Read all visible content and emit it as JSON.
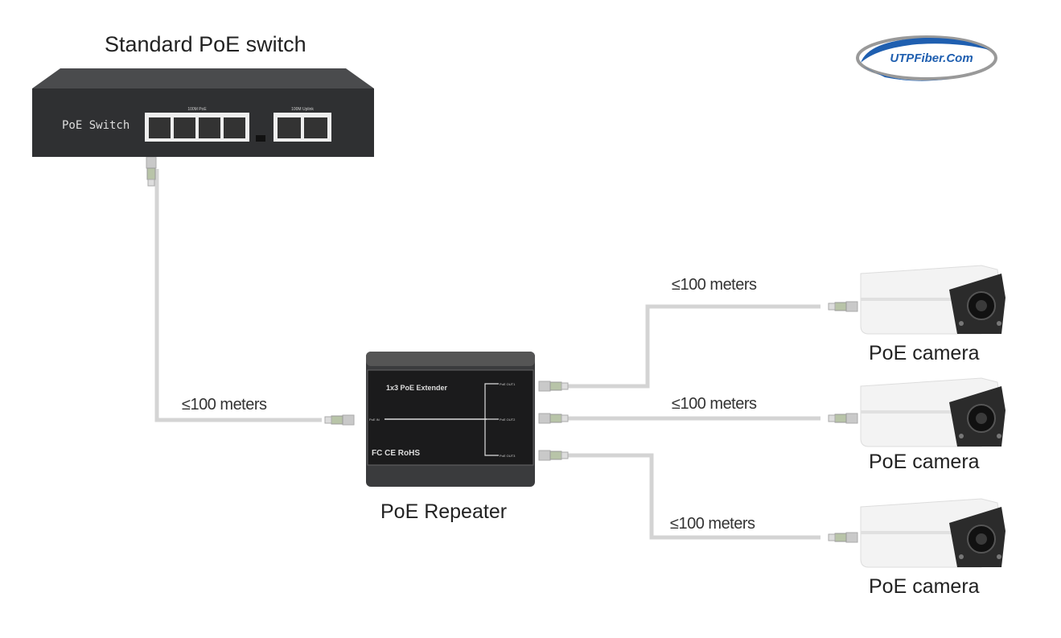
{
  "logo": {
    "text": "UTPFiber.Com",
    "color": "#1f5fb0"
  },
  "switch": {
    "title": "Standard PoE switch",
    "panel_label": "PoE Switch",
    "poe_group_label": "100M PoE",
    "uplink_group_label": "100M Uplink"
  },
  "repeater": {
    "label": "PoE Repeater",
    "panel_title": "1x3 PoE Extender",
    "cert_marks": "FC CE RoHS",
    "port_in": "PoE IN",
    "ports_out": [
      "PoE OUT1",
      "PoE OUT2",
      "PoE OUT3"
    ]
  },
  "links": [
    {
      "distance": "≤100 meters"
    },
    {
      "distance": "≤100 meters"
    },
    {
      "distance": "≤100 meters"
    },
    {
      "distance": "≤100 meters"
    }
  ],
  "cameras": [
    {
      "label": "PoE camera"
    },
    {
      "label": "PoE camera"
    },
    {
      "label": "PoE camera"
    }
  ],
  "colors": {
    "cable": "#d4d4d4",
    "device_body": "#2e2f31",
    "camera_body": "#f2f2f2"
  }
}
